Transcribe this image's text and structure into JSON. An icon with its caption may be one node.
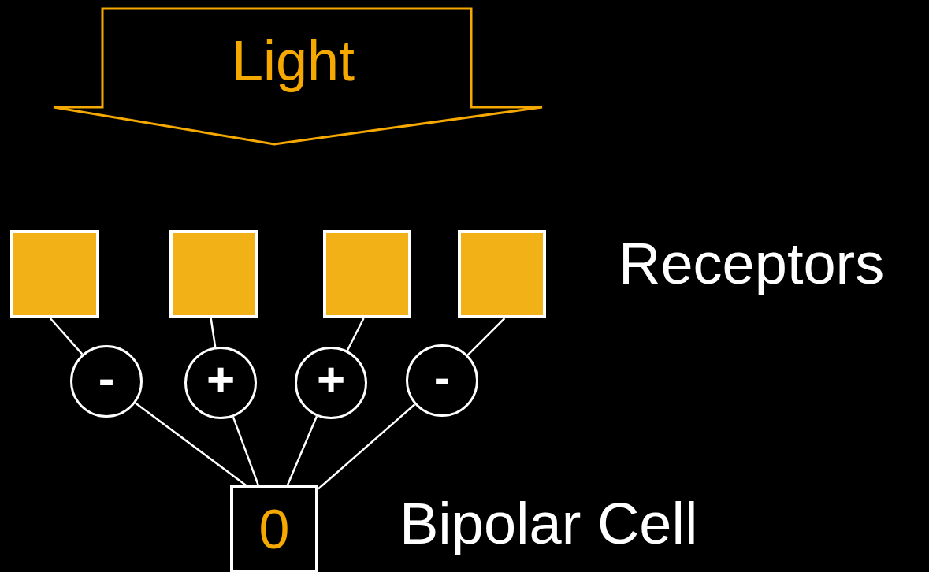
{
  "diagram": {
    "nodes": [
      {
        "text": [
          "Light"
        ]
      },
      {
        "text": [],
        "shape": "box"
      },
      {
        "text": [],
        "shape": "box"
      },
      {
        "text": [],
        "shape": "box"
      },
      {
        "text": [],
        "shape": "box"
      },
      {
        "text": [
          "-"
        ]
      },
      {
        "text": [
          "+"
        ]
      },
      {
        "text": [
          "+"
        ]
      },
      {
        "text": [
          "-"
        ]
      },
      {
        "text": [
          "0"
        ],
        "beside": [
          "Bipolar Cell"
        ]
      }
    ],
    "edges": [
      {
        "from": 1,
        "to": 5,
        "arrow": "none"
      },
      {
        "from": 2,
        "to": 6,
        "arrow": "none"
      },
      {
        "from": 3,
        "to": 7,
        "arrow": "none"
      },
      {
        "from": 4,
        "to": 8,
        "arrow": "none"
      },
      {
        "from": 5,
        "to": 9,
        "arrow": "none"
      },
      {
        "from": 6,
        "to": 9,
        "arrow": "none"
      },
      {
        "from": 7,
        "to": 9,
        "arrow": "none"
      },
      {
        "from": 8,
        "to": 9,
        "arrow": "none"
      }
    ],
    "labels": [
      "Receptors"
    ]
  }
}
